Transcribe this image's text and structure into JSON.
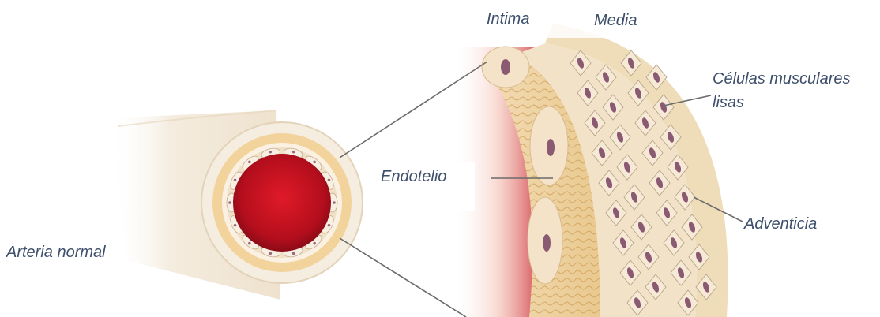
{
  "labels": {
    "intima": "Intima",
    "media": "Media",
    "celulas": "Células musculares",
    "lisas": "lisas",
    "endotelio": "Endotelio",
    "adventicia": "Adventicia",
    "arteria_normal": "Arteria normal"
  },
  "colors": {
    "lumen": "#c0101e",
    "adventitia": "#eed9b2",
    "media_band": "#e6c48c",
    "intima_band": "#f7ecd8",
    "cell_nucleus": "#8a5a73",
    "label_text": "#3d4f6b",
    "leader_line": "#6b6b6b"
  }
}
